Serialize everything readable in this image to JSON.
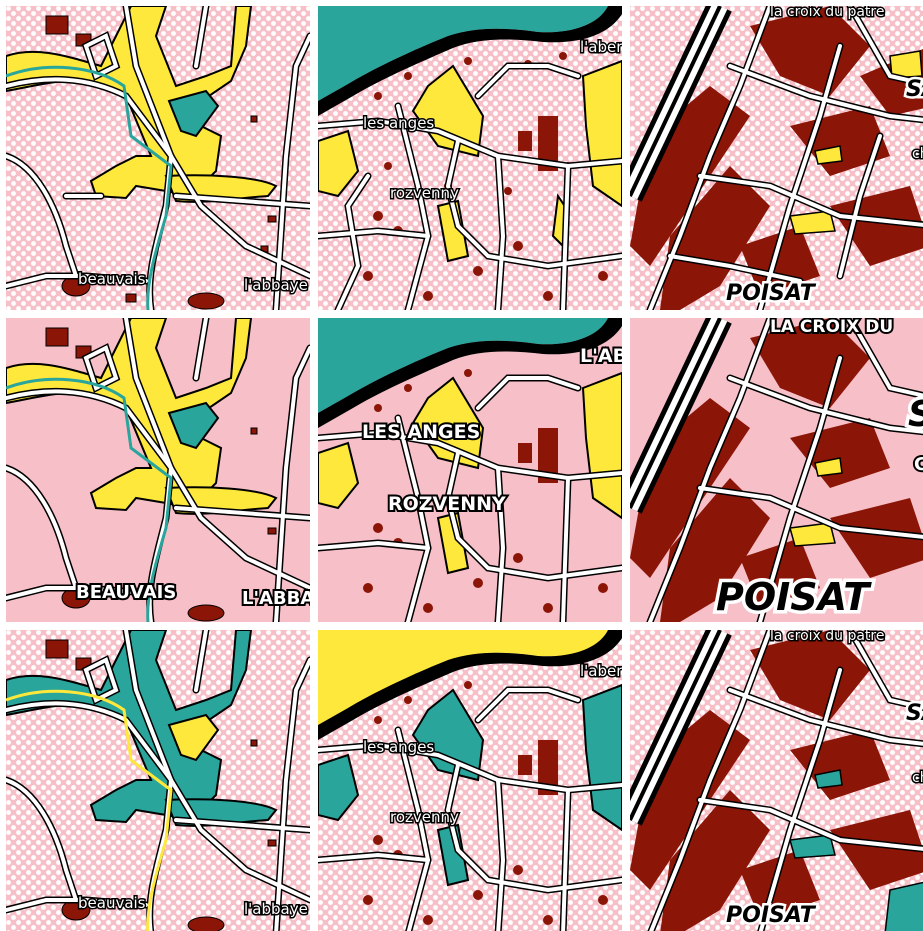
{
  "colors": {
    "pink": "#f7c0c8",
    "dots": "#ffffff",
    "yellow": "#fde83b",
    "teal": "#2aa59c",
    "buildings": "#8b1507",
    "roads": "#ffffff",
    "stroke": "#000000"
  },
  "rows": [
    {
      "style": "small-lowercase-labels",
      "tiles": [
        {
          "labels": {
            "a": "beauvais",
            "b": "l'abbaye"
          }
        },
        {
          "labels": {
            "a": "les anges",
            "b": "rozvenny",
            "c": "l'aber"
          }
        },
        {
          "labels": {
            "a": "la croix du patre",
            "b": "POISAT",
            "c": "SA",
            "d": "ch"
          }
        }
      ]
    },
    {
      "style": "large-uppercase-labels",
      "tiles": [
        {
          "labels": {
            "a": "BEAUVAIS",
            "b": "L'ABBA"
          }
        },
        {
          "labels": {
            "a": "LES ANGES",
            "b": "ROZVENNY",
            "c": "L'AB"
          }
        },
        {
          "labels": {
            "a": "LA CROIX DU",
            "b": "POISAT",
            "c": "S",
            "d": "C"
          }
        }
      ]
    },
    {
      "style": "small-lowercase-labels-swapped-colors",
      "tiles": [
        {
          "labels": {
            "a": "beauvais",
            "b": "l'abbaye"
          }
        },
        {
          "labels": {
            "a": "les anges",
            "b": "rozvenny",
            "c": "l'aber"
          }
        },
        {
          "labels": {
            "a": "la croix du patre",
            "b": "POISAT",
            "c": "SA",
            "d": "ch"
          }
        }
      ]
    }
  ]
}
